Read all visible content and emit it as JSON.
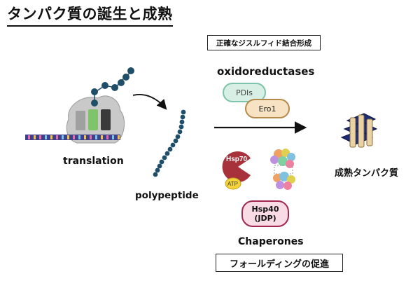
{
  "title": "タンパク質の誕生と成熟",
  "disulfide_box": "正確なジスルフィド結合形成",
  "oxidoreductases_label": "oxidoreductases",
  "pdi_label": "PDIs",
  "ero1_label": "Ero1",
  "translation_label": "translation",
  "polypeptide_label": "polypeptide",
  "hsp70_label": "Hsp70",
  "atp_label": "ATP",
  "hsp40_line1": "Hsp40",
  "hsp40_line2": "(JDP)",
  "chaperones_label": "Chaperones",
  "folding_box": "フォールディングの促進",
  "mature_label": "成熟タンパク質",
  "colors": {
    "bead": "#1f4e68",
    "ribosome": "#c8c8c8",
    "hsp70": "#a8323c",
    "atp": "#f3d43a",
    "mature_helix": "#1d2c78",
    "mature_strand": "#e9d2a6"
  }
}
